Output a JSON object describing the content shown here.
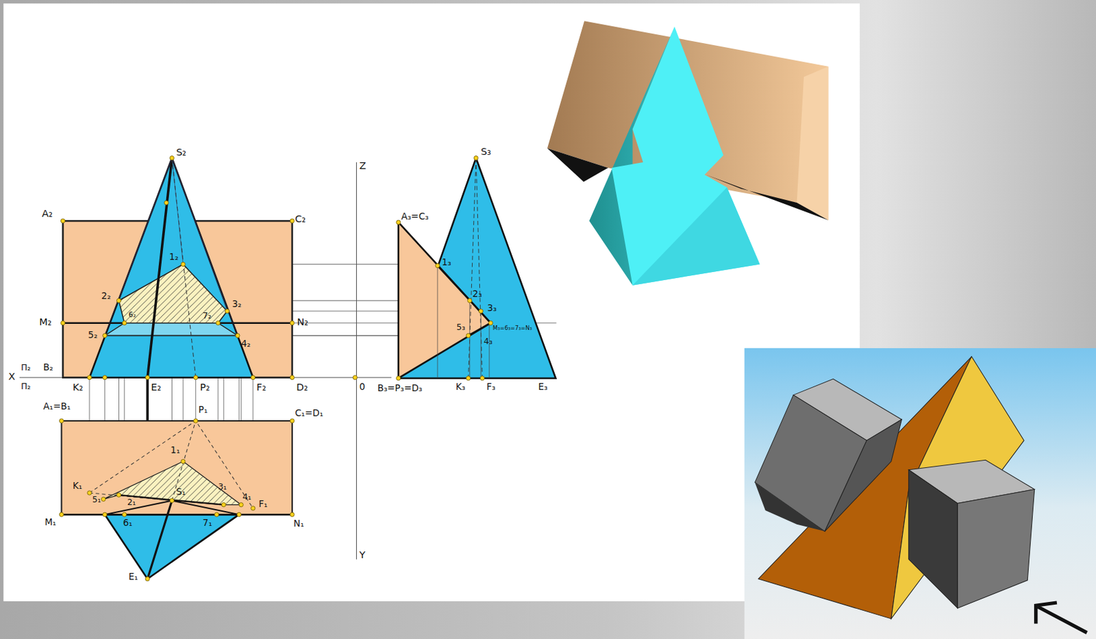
{
  "diagram": {
    "labels": [
      "S₂",
      "A₂",
      "C₂",
      "1₂",
      "2₂",
      "3₂",
      "6₂",
      "7₂",
      "M₂",
      "N₂",
      "5₂",
      "4₂",
      "X",
      "Π₂",
      "B₂",
      "Π₂",
      "K₂",
      "E₂",
      "P₂",
      "F₂",
      "D₂",
      "0",
      "A₁=B₁",
      "P₁",
      "C₁=D₁",
      "1₁",
      "K₁",
      "5₁",
      "2₁",
      "S₁",
      "3₁",
      "4₁",
      "F₁",
      "M₁",
      "6₁",
      "7₁",
      "N₁",
      "E₁",
      "Z",
      "Y",
      "S₃",
      "A₃=C₃",
      "1₃",
      "2₃",
      "3₃",
      "5₃",
      "M₃=6₃=7₃=N₃",
      "4₃",
      "B₃=P₃=D₃",
      "K₃",
      "F₃",
      "E₃"
    ]
  }
}
